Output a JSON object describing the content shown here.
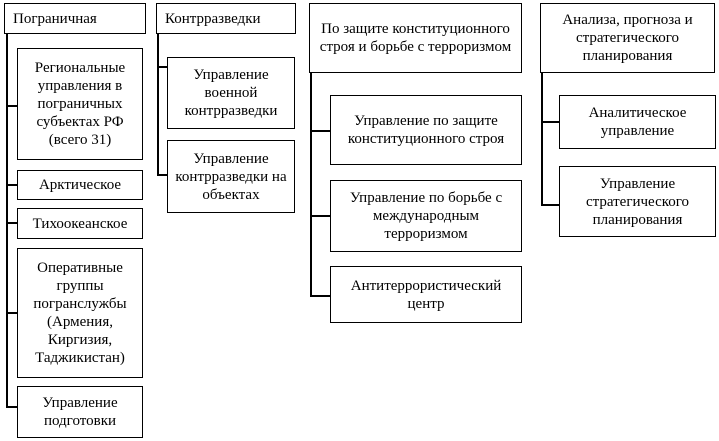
{
  "columns": [
    {
      "header": "Пограничная",
      "items": [
        "Региональные управления в пограничных субъектах РФ (всего 31)",
        "Арктическое",
        "Тихоокеанское",
        "Оперативные группы погранслужбы (Армения, Киргизия, Таджикистан)",
        "Управление подготовки"
      ]
    },
    {
      "header": "Контрразведки",
      "items": [
        "Управление военной контрразведки",
        "Управление контрразведки на объектах"
      ]
    },
    {
      "header": "По защите конституционного строя и борьбе с терроризмом",
      "items": [
        "Управление по защите конституционного строя",
        "Управление по борьбе с международным терроризмом",
        "Антитеррористический центр"
      ]
    },
    {
      "header": "Анализа, прогноза и стратегического планирования",
      "items": [
        "Аналитическое управление",
        "Управление стратегического планирования"
      ]
    }
  ]
}
